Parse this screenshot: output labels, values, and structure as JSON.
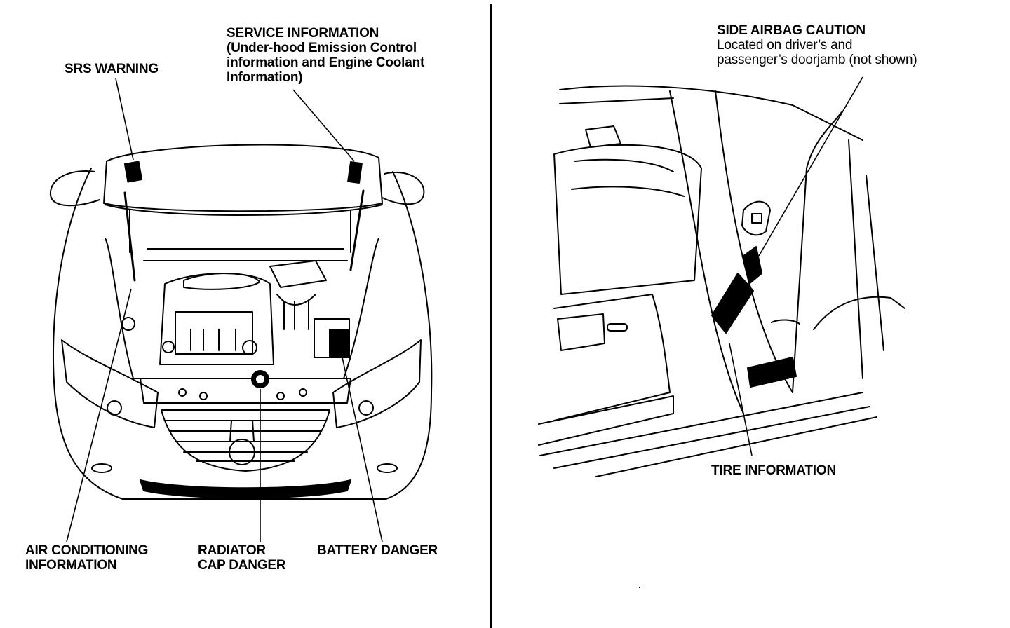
{
  "left_panel": {
    "srs_warning": "SRS WARNING",
    "service_information": {
      "title": "SERVICE INFORMATION",
      "detail_lines": [
        "(Under-hood Emission Control",
        "information and Engine Coolant",
        "Information)"
      ]
    },
    "air_conditioning": [
      "AIR CONDITIONING",
      "INFORMATION"
    ],
    "radiator_cap": [
      "RADIATOR",
      "CAP DANGER"
    ],
    "battery_danger": "BATTERY DANGER"
  },
  "right_panel": {
    "side_airbag": {
      "title": "SIDE AIRBAG CAUTION",
      "detail_lines": [
        "Located on driver’s and",
        "passenger’s doorjamb (not shown)"
      ]
    },
    "tire_information": "TIRE INFORMATION"
  },
  "colors": {
    "ink": "#000000",
    "paper": "#ffffff"
  }
}
